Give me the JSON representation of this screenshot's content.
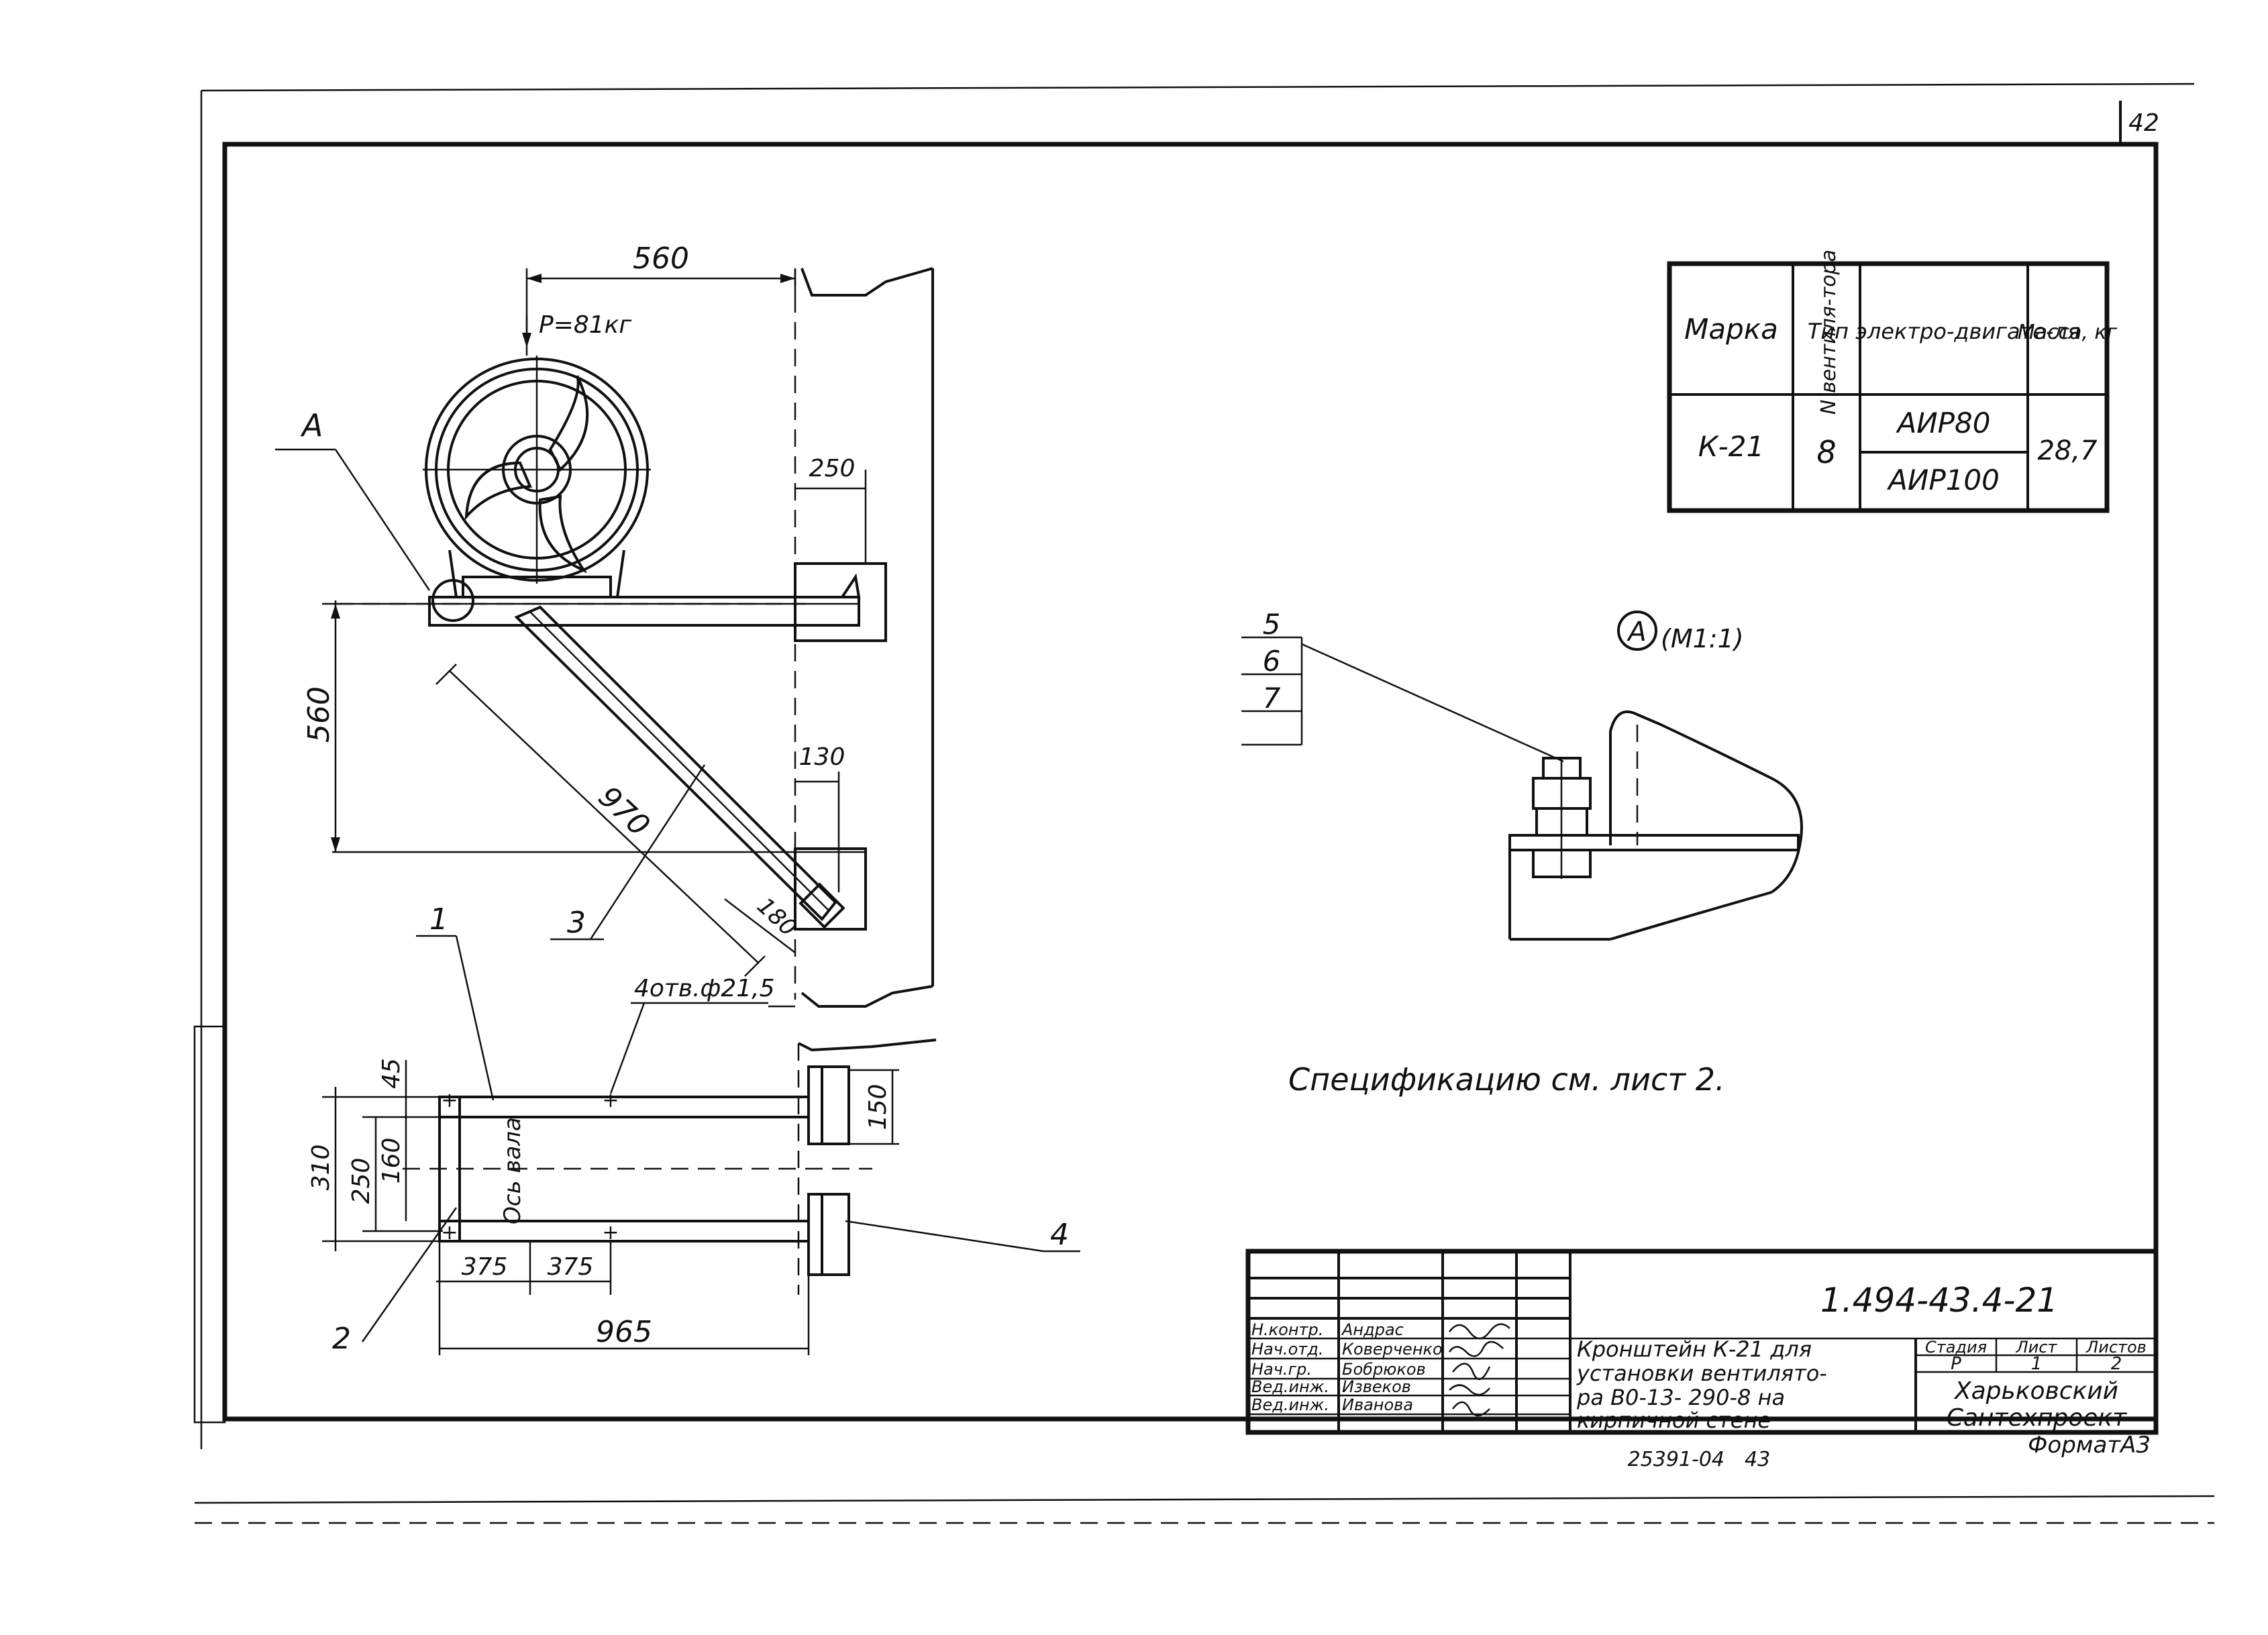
{
  "sheet": {
    "page_number": "42",
    "format": "ФорматА3",
    "inventory": "25391-04",
    "copy_number": "43"
  },
  "spec_table": {
    "headers": {
      "mark": "Марка",
      "fan_no": "N вентиля-тора",
      "motor_type": "Тип электро-двигате-ля",
      "mass": "Масса, кг"
    },
    "row": {
      "mark": "К-21",
      "fan_no": "8",
      "motor_types": [
        "АИР80",
        "АИР100"
      ],
      "mass": "28,7"
    }
  },
  "side_view": {
    "dim_top": "560",
    "load": "Р=81кг",
    "label_a": "А",
    "dim_250": "250",
    "dim_vertical": "560",
    "dim_diagonal": "970",
    "dim_130": "130",
    "dim_180": "180",
    "leader_3": "3"
  },
  "plan_view": {
    "leader_1": "1",
    "holes": "4отв.ф21,5",
    "dim_45": "45",
    "dim_310": "310",
    "dim_250": "250",
    "dim_160": "160",
    "axis_label": "Ось вала",
    "dim_150": "150",
    "dim_375a": "375",
    "dim_375b": "375",
    "dim_965": "965",
    "leader_2": "2",
    "leader_4": "4"
  },
  "detail_a": {
    "callout": "А",
    "scale": "(М1:1)",
    "leaders": [
      "5",
      "6",
      "7"
    ]
  },
  "note": "Спецификацию см. лист 2.",
  "title_block": {
    "doc_code": "1.494-43.4-21",
    "title_lines": [
      "Кронштейн К-21 для",
      "установки вентилято-",
      "ра В0-13- 290-8 на",
      "кирпичной стене"
    ],
    "stage_label": "Стадия",
    "sheet_label": "Лист",
    "sheets_label": "Листов",
    "stage": "Р",
    "sheet": "1",
    "sheets": "2",
    "org_lines": [
      "Харьковский",
      "Сантехпроект"
    ],
    "roles": [
      {
        "role": "Н.контр.",
        "name": "Андрас"
      },
      {
        "role": "Нач.отд.",
        "name": "Коверченко"
      },
      {
        "role": "Нач.гр.",
        "name": "Бобрюков"
      },
      {
        "role": "Вед.инж.",
        "name": "Извеков"
      },
      {
        "role": "Вед.инж.",
        "name": "Иванова"
      }
    ]
  }
}
